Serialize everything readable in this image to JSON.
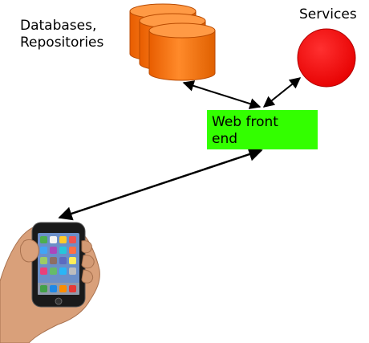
{
  "labels": {
    "databases": "Databases,\nRepositories",
    "services": "Services",
    "web_front_end": "Web front\nend"
  },
  "colors": {
    "database": "#ff7a12",
    "database_stroke": "#b94a00",
    "service": "#ff0000",
    "web_box": "#33ff00",
    "arrow": "#000000"
  },
  "icons": {
    "databases": "database-stack-icon",
    "services": "service-circle-icon",
    "device": "hand-holding-phone-icon"
  }
}
